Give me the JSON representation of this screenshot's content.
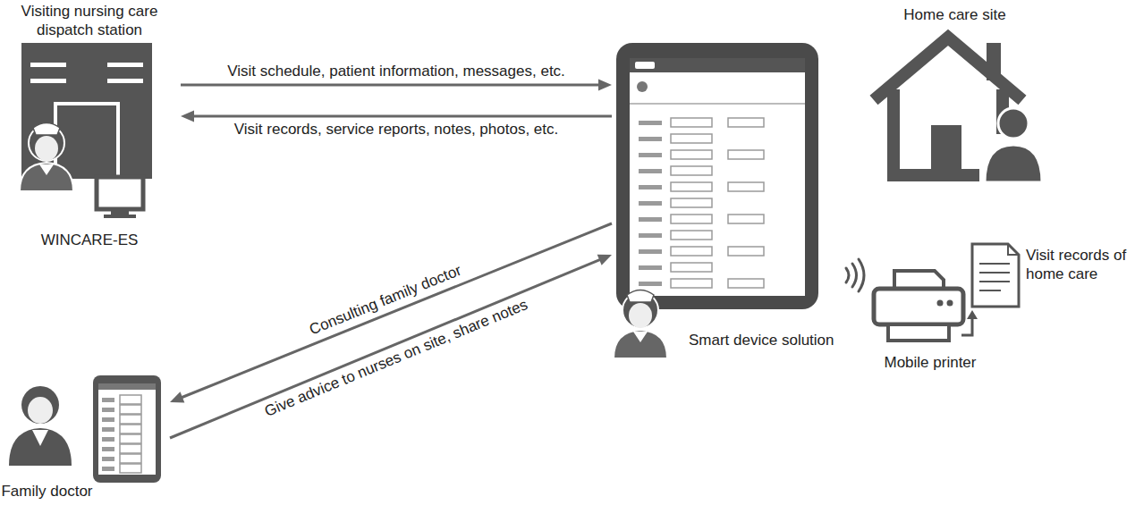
{
  "diagram": {
    "nodes": [
      {
        "text": [
          "Visiting nursing care dispatch station",
          "WINCARE-ES"
        ]
      },
      {
        "text": [
          "Smart device solution"
        ]
      },
      {
        "text": [
          "Home care site"
        ]
      },
      {
        "text": [
          "Mobile printer"
        ]
      },
      {
        "text": [
          "Family doctor"
        ]
      }
    ],
    "edges": [
      {
        "from": 0,
        "to": 1,
        "label": "Visit schedule, patient information, messages, etc.",
        "arrow": "to"
      },
      {
        "from": 1,
        "to": 0,
        "label": "Visit records, service reports, notes, photos, etc.",
        "arrow": "to"
      },
      {
        "from": 1,
        "to": 4,
        "label": "Consulting family doctor",
        "arrow": "to"
      },
      {
        "from": 4,
        "to": 1,
        "label": "Give advice to nurses on site, share notes",
        "arrow": "to"
      }
    ],
    "labels": [
      "Visit records of home care"
    ]
  }
}
